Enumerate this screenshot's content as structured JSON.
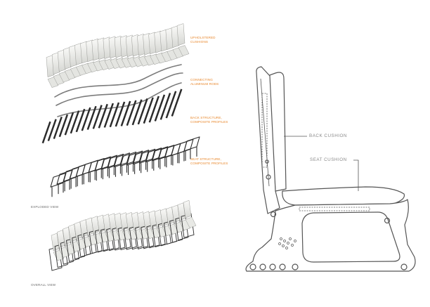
{
  "exploded": {
    "cushions_label": [
      "UPHOLSTERED",
      "CUSHIONS"
    ],
    "rods_label": [
      "CONNECTING",
      "ALUMINUM RODS"
    ],
    "back_label": [
      "BACK STRUCTURE,",
      "COMPOSITE PROFILES"
    ],
    "seat_label": [
      "SEAT STRUCTURE,",
      "COMPOSITE PROFILES"
    ],
    "view_label": "EXPLODED VIEW"
  },
  "overall": {
    "view_label": "OVERALL VIEW"
  },
  "side_view": {
    "back_cushion_label": "BACK CUSHION",
    "seat_cushion_label": "SEAT CUSHION"
  },
  "colors": {
    "annotation": "#e8872c",
    "line": "#555555",
    "cushion": "#ecedea",
    "frame": "#2b2b2b"
  }
}
